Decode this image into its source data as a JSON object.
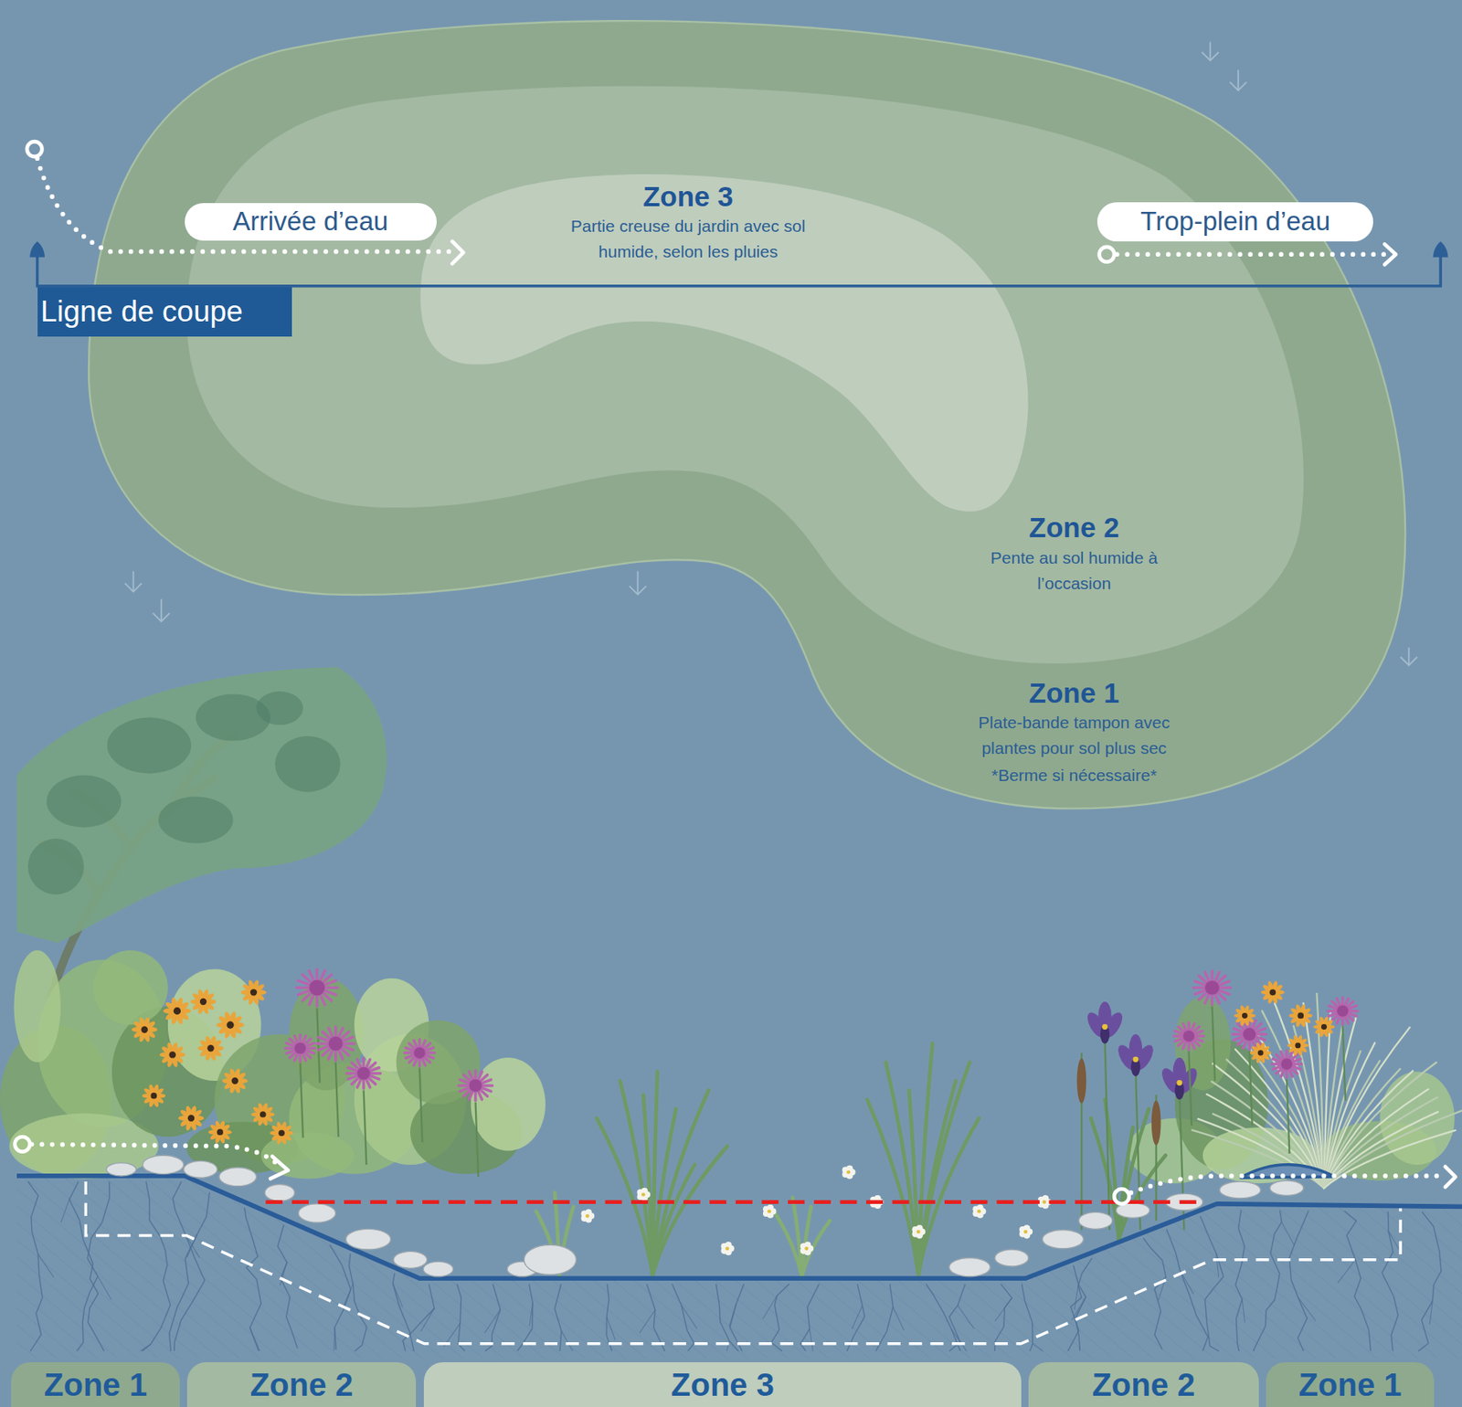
{
  "diagram": {
    "nodes": [
      {
        "text": [
          "Zone 1",
          "Plate-bande tampon avec plantes pour sol plus sec",
          "*Berme si nécessaire*"
        ]
      },
      {
        "text": [
          "Zone 2",
          "Pente au sol humide à l’occasion"
        ],
        "in": 0
      },
      {
        "text": [
          "Zone 3",
          "Partie creuse du jardin avec sol humide, selon les pluies"
        ],
        "in": 1
      },
      {
        "text": [
          "Arrivée d’eau"
        ]
      },
      {
        "text": [
          "Trop-plein d’eau"
        ]
      },
      {
        "text": [
          "Ligne de coupe"
        ]
      },
      {
        "text": [
          "Zone 1"
        ]
      },
      {
        "text": [
          "Zone 2"
        ]
      },
      {
        "text": [
          "Zone 3"
        ]
      },
      {
        "text": [
          "Zone 2"
        ]
      },
      {
        "text": [
          "Zone 1"
        ]
      }
    ]
  }
}
